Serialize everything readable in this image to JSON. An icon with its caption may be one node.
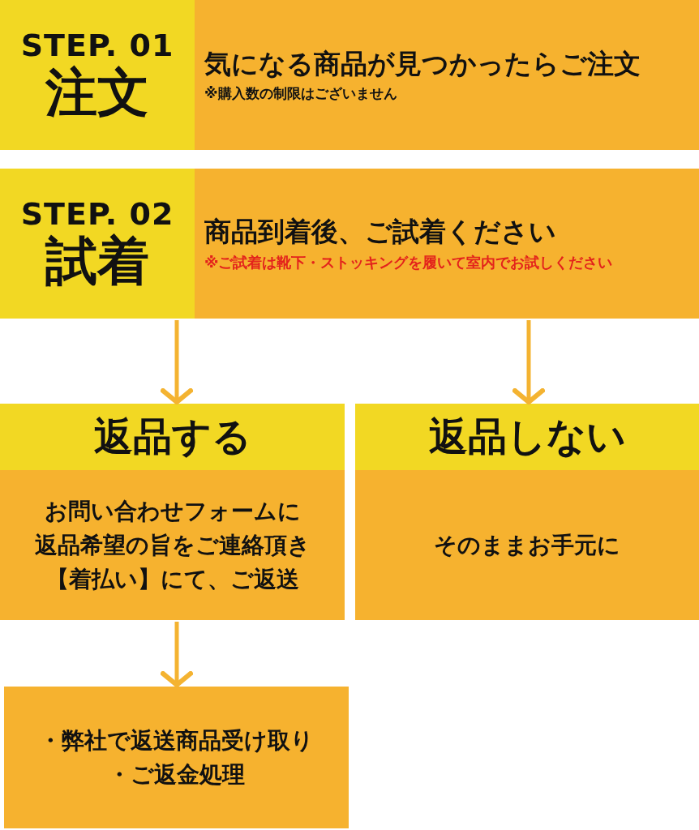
{
  "diagram": {
    "nodes": [
      {
        "text": [
          "STEP. 01",
          "注文"
        ]
      },
      {
        "text": [
          "気になる商品が見つかったらご注文",
          "※購入数の制限はございません"
        ]
      },
      {
        "text": [
          "STEP. 02",
          "試着"
        ]
      },
      {
        "text": [
          "商品到着後、ご試着ください",
          "※ご試着は靴下・ストッキングを履いて室内でお試しください"
        ]
      },
      {
        "text": [
          "返品する"
        ]
      },
      {
        "text": [
          "お問い合わせフォームに返品希望の旨をご連絡頂き【着払い】にて、ご返送"
        ]
      },
      {
        "text": [
          "返品しない"
        ]
      },
      {
        "text": [
          "そのままお手元に"
        ]
      },
      {
        "text": [
          "・弊社で返送商品受け取り",
          "・ご返金処理"
        ]
      }
    ],
    "edges": [
      {
        "from": 2,
        "to": 4,
        "arrow": "to"
      },
      {
        "from": 3,
        "to": 6,
        "arrow": "to"
      },
      {
        "from": 5,
        "to": 8,
        "arrow": "to"
      }
    ]
  }
}
